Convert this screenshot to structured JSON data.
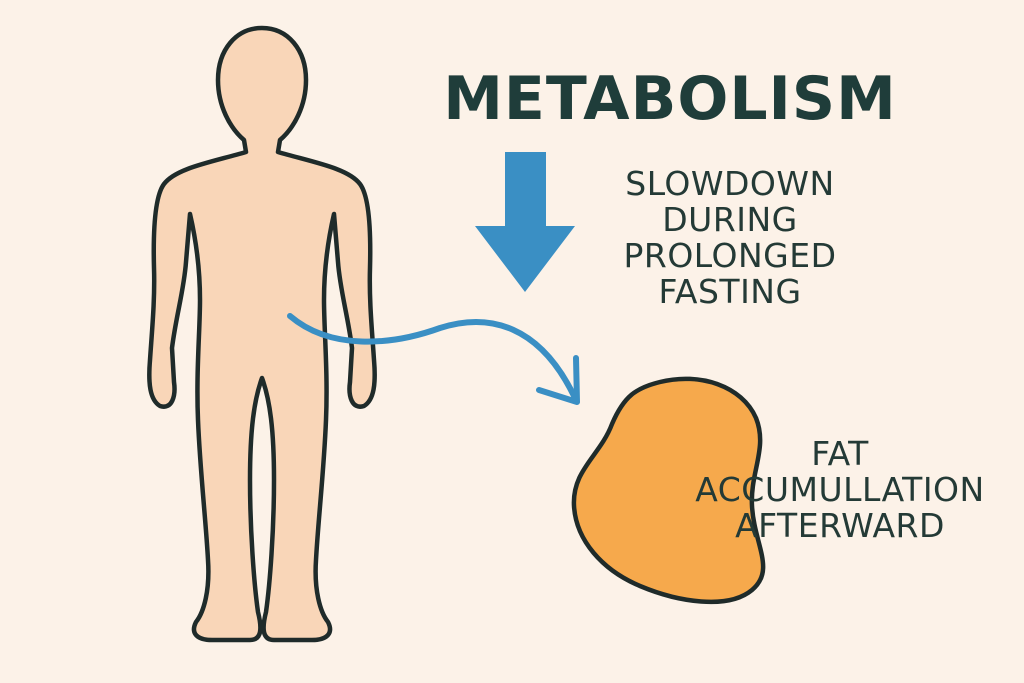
{
  "title": "METABOLISM",
  "slowdown_lines": [
    "SLOWDOWN",
    "DURING",
    "PROLONGED",
    "FASTING"
  ],
  "fat_lines": [
    "FAT",
    "ACCUMULLATION",
    "AFTERWARD"
  ],
  "icons": {
    "body": "human-body-figure",
    "down_arrow": "down-arrow-icon",
    "curved_arrow": "curved-arrow-icon",
    "fat_blob": "fat-blob-icon"
  },
  "colors": {
    "background": "#fcf2e8",
    "body_fill": "#f9d6b8",
    "outline": "#1f2b2a",
    "arrow_blue": "#3a8fc4",
    "fat_orange": "#f6a94c",
    "title_text": "#1f3d3a"
  }
}
